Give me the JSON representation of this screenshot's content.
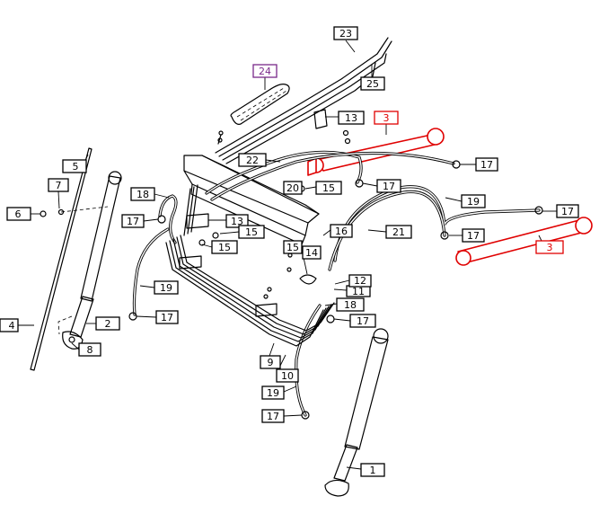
{
  "diagram": {
    "callouts": [
      {
        "id": "c1",
        "text": "1"
      },
      {
        "id": "c2",
        "text": "2"
      },
      {
        "id": "c3a",
        "text": "3"
      },
      {
        "id": "c3b",
        "text": "3"
      },
      {
        "id": "c4",
        "text": "4"
      },
      {
        "id": "c5",
        "text": "5"
      },
      {
        "id": "c6",
        "text": "6"
      },
      {
        "id": "c7",
        "text": "7"
      },
      {
        "id": "c8",
        "text": "8"
      },
      {
        "id": "c9",
        "text": "9"
      },
      {
        "id": "c10",
        "text": "10"
      },
      {
        "id": "c11",
        "text": "11"
      },
      {
        "id": "c12",
        "text": "12"
      },
      {
        "id": "c13a",
        "text": "13"
      },
      {
        "id": "c13b",
        "text": "13"
      },
      {
        "id": "c14",
        "text": "14"
      },
      {
        "id": "c15a",
        "text": "15"
      },
      {
        "id": "c15b",
        "text": "15"
      },
      {
        "id": "c15c",
        "text": "15"
      },
      {
        "id": "c15d",
        "text": "15"
      },
      {
        "id": "c16",
        "text": "16"
      },
      {
        "id": "c17a",
        "text": "17"
      },
      {
        "id": "c17b",
        "text": "17"
      },
      {
        "id": "c17c",
        "text": "17"
      },
      {
        "id": "c17d",
        "text": "17"
      },
      {
        "id": "c17e",
        "text": "17"
      },
      {
        "id": "c17f",
        "text": "17"
      },
      {
        "id": "c17g",
        "text": "17"
      },
      {
        "id": "c17h",
        "text": "17"
      },
      {
        "id": "c18a",
        "text": "18"
      },
      {
        "id": "c18b",
        "text": "18"
      },
      {
        "id": "c19a",
        "text": "19"
      },
      {
        "id": "c19b",
        "text": "19"
      },
      {
        "id": "c19c",
        "text": "19"
      },
      {
        "id": "c20",
        "text": "20"
      },
      {
        "id": "c21",
        "text": "21"
      },
      {
        "id": "c22",
        "text": "22"
      },
      {
        "id": "c23",
        "text": "23"
      },
      {
        "id": "c24",
        "text": "24"
      },
      {
        "id": "c25",
        "text": "25"
      }
    ],
    "highlight_colors": {
      "selected_part": "#e00000",
      "secondary_part": "#7a2a8a"
    }
  }
}
